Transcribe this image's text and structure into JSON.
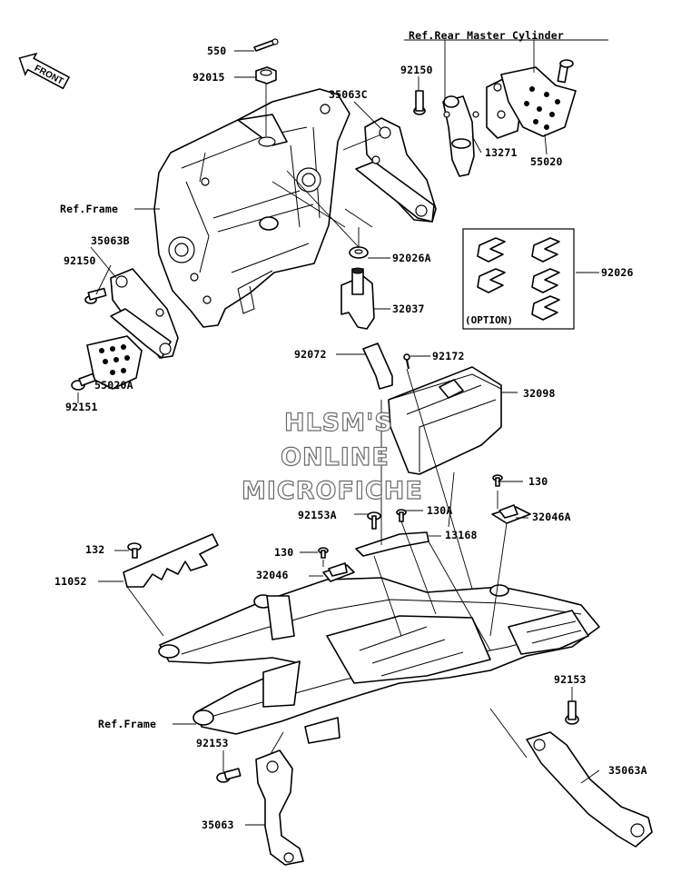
{
  "front_marker": "FRONT",
  "watermark": [
    "HLSM'S",
    "ONLINE",
    "MICROFICHE"
  ],
  "option_label": "(OPTION)",
  "labels": {
    "ref_rear_master_cylinder": "Ref.Rear Master Cylinder",
    "p550": "550",
    "p92015": "92015",
    "p92150_top": "92150",
    "p35063C": "35063C",
    "p13271": "13271",
    "p55020": "55020",
    "ref_frame_top": "Ref.Frame",
    "p35063B": "35063B",
    "p92150_left": "92150",
    "p92026A": "92026A",
    "p92026": "92026",
    "p32037": "32037",
    "p55020A": "55020A",
    "p92151": "92151",
    "p92072": "92072",
    "p92172": "92172",
    "p32098": "32098",
    "p130_right": "130",
    "p92153A": "92153A",
    "p130A": "130A",
    "p32046A": "32046A",
    "p132": "132",
    "p13168": "13168",
    "p130_mid": "130",
    "p11052": "11052",
    "p32046": "32046",
    "p92153_right": "92153",
    "ref_frame_bottom": "Ref.Frame",
    "p92153_left": "92153",
    "p35063A": "35063A",
    "p35063": "35063"
  }
}
